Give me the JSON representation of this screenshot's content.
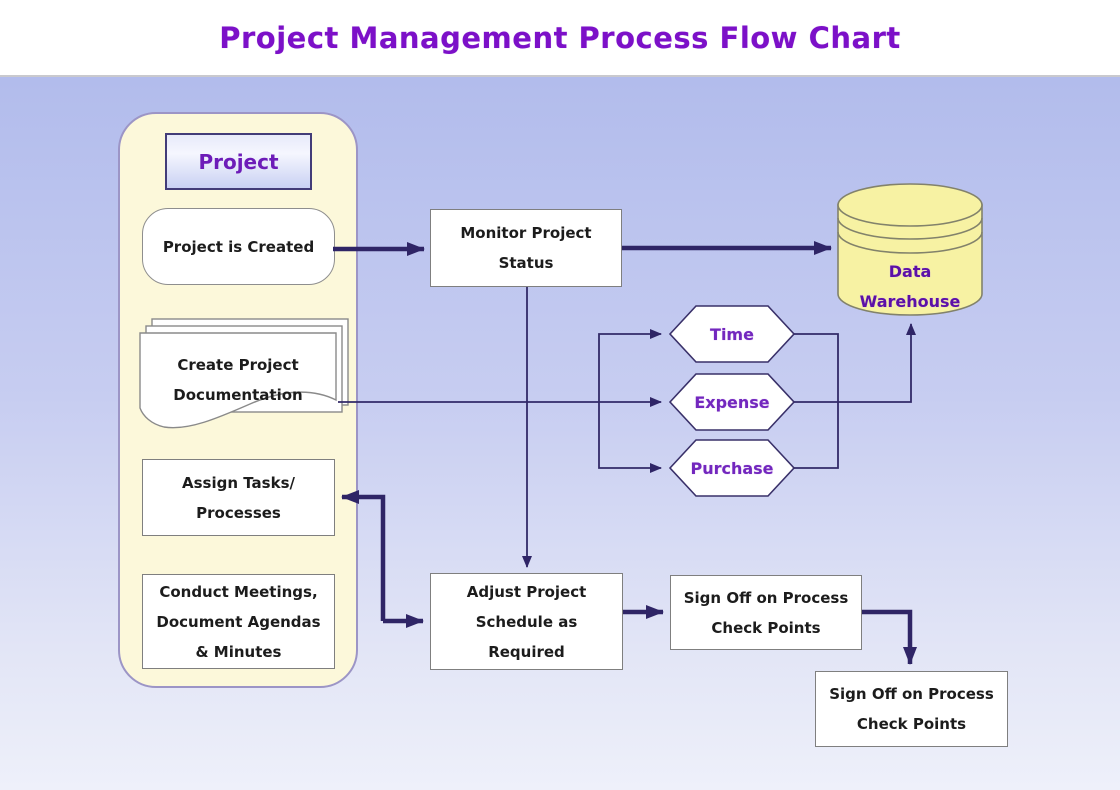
{
  "header": {
    "title": "Project Management Process Flow Chart"
  },
  "nodes": {
    "project": {
      "label": "Project"
    },
    "project_created": {
      "label": "Project is Created"
    },
    "create_docs": {
      "lines": [
        "Create Project",
        "Documentation"
      ]
    },
    "assign_tasks": {
      "lines": [
        "Assign Tasks/",
        "Processes"
      ]
    },
    "conduct_meetings": {
      "lines": [
        "Conduct Meetings,",
        "Document Agendas",
        "& Minutes"
      ]
    },
    "monitor_status": {
      "lines": [
        "Monitor Project",
        "Status"
      ]
    },
    "adjust_schedule": {
      "lines": [
        "Adjust Project",
        "Schedule as",
        "Required"
      ]
    },
    "signoff_1": {
      "lines": [
        "Sign Off on Process",
        "Check Points"
      ]
    },
    "signoff_2": {
      "lines": [
        "Sign Off on Process",
        "Check Points"
      ]
    },
    "time": {
      "label": "Time"
    },
    "expense": {
      "label": "Expense"
    },
    "purchase": {
      "label": "Purchase"
    },
    "data_warehouse": {
      "lines": [
        "Data",
        "Warehouse"
      ]
    }
  },
  "colors": {
    "title_text": "#7c10c8",
    "background_top": "#b2bcec",
    "background_bottom": "#eef0fa",
    "container_fill": "#fcf8da",
    "container_border": "#9c95c6",
    "connector": "#2f2566",
    "cylinder_fill": "#f7f2a3",
    "hexagon_label": "#7327be",
    "warehouse_label": "#5c10a6",
    "box_text": "#1c1c1c"
  }
}
